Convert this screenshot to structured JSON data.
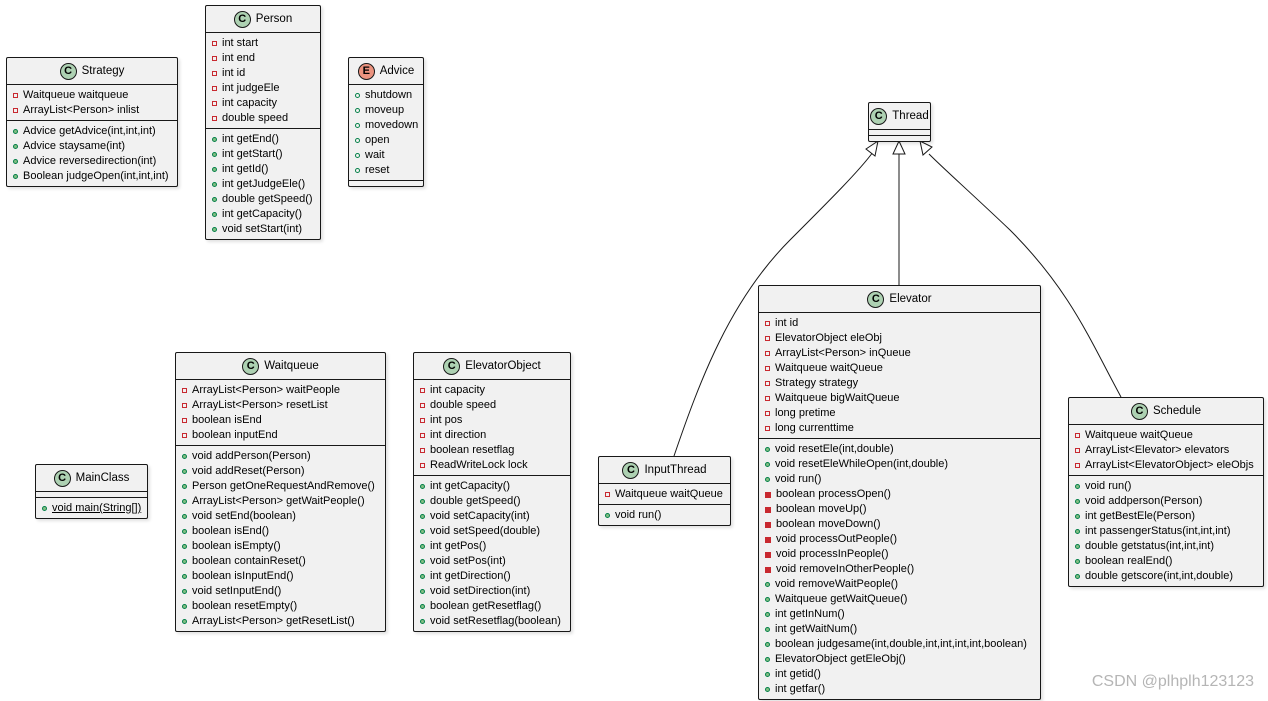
{
  "classes": {
    "strategy": {
      "name": "Strategy",
      "kind": "C",
      "fields": [
        {
          "vis": "private",
          "text": "Waitqueue waitqueue"
        },
        {
          "vis": "private",
          "text": "ArrayList<Person> inlist"
        }
      ],
      "methods": [
        {
          "vis": "public",
          "text": "Advice getAdvice(int,int,int)"
        },
        {
          "vis": "public",
          "text": "Advice staysame(int)"
        },
        {
          "vis": "public",
          "text": "Advice reversedirection(int)"
        },
        {
          "vis": "public",
          "text": "Boolean judgeOpen(int,int,int)"
        }
      ]
    },
    "person": {
      "name": "Person",
      "kind": "C",
      "fields": [
        {
          "vis": "private",
          "text": "int start"
        },
        {
          "vis": "private",
          "text": "int end"
        },
        {
          "vis": "private",
          "text": "int id"
        },
        {
          "vis": "private",
          "text": "int judgeEle"
        },
        {
          "vis": "private",
          "text": "int capacity"
        },
        {
          "vis": "private",
          "text": "double speed"
        }
      ],
      "methods": [
        {
          "vis": "public",
          "text": "int getEnd()"
        },
        {
          "vis": "public",
          "text": "int getStart()"
        },
        {
          "vis": "public",
          "text": "int getId()"
        },
        {
          "vis": "public",
          "text": "int getJudgeEle()"
        },
        {
          "vis": "public",
          "text": "double getSpeed()"
        },
        {
          "vis": "public",
          "text": "int getCapacity()"
        },
        {
          "vis": "public",
          "text": "void setStart(int)"
        }
      ]
    },
    "advice": {
      "name": "Advice",
      "kind": "E",
      "fields": [
        {
          "vis": "enum",
          "text": "shutdown"
        },
        {
          "vis": "enum",
          "text": "moveup"
        },
        {
          "vis": "enum",
          "text": "movedown"
        },
        {
          "vis": "enum",
          "text": "open"
        },
        {
          "vis": "enum",
          "text": "wait"
        },
        {
          "vis": "enum",
          "text": "reset"
        }
      ],
      "methods": []
    },
    "thread": {
      "name": "Thread",
      "kind": "C",
      "fields": [],
      "methods": []
    },
    "mainclass": {
      "name": "MainClass",
      "kind": "C",
      "fields": [],
      "methods": [
        {
          "vis": "public",
          "text": "void main(String[])",
          "static": true
        }
      ]
    },
    "waitqueue": {
      "name": "Waitqueue",
      "kind": "C",
      "fields": [
        {
          "vis": "private",
          "text": "ArrayList<Person> waitPeople"
        },
        {
          "vis": "private",
          "text": "ArrayList<Person> resetList"
        },
        {
          "vis": "private",
          "text": "boolean isEnd"
        },
        {
          "vis": "private",
          "text": "boolean inputEnd"
        }
      ],
      "methods": [
        {
          "vis": "public",
          "text": "void addPerson(Person)"
        },
        {
          "vis": "public",
          "text": "void addReset(Person)"
        },
        {
          "vis": "public",
          "text": "Person getOneRequestAndRemove()"
        },
        {
          "vis": "public",
          "text": "ArrayList<Person> getWaitPeople()"
        },
        {
          "vis": "public",
          "text": "void setEnd(boolean)"
        },
        {
          "vis": "public",
          "text": "boolean isEnd()"
        },
        {
          "vis": "public",
          "text": "boolean isEmpty()"
        },
        {
          "vis": "public",
          "text": "boolean containReset()"
        },
        {
          "vis": "public",
          "text": "boolean isInputEnd()"
        },
        {
          "vis": "public",
          "text": "void setInputEnd()"
        },
        {
          "vis": "public",
          "text": "boolean resetEmpty()"
        },
        {
          "vis": "public",
          "text": "ArrayList<Person> getResetList()"
        }
      ]
    },
    "elevatorobject": {
      "name": "ElevatorObject",
      "kind": "C",
      "fields": [
        {
          "vis": "private",
          "text": "int capacity"
        },
        {
          "vis": "private",
          "text": "double speed"
        },
        {
          "vis": "private",
          "text": "int pos"
        },
        {
          "vis": "private",
          "text": "int direction"
        },
        {
          "vis": "private",
          "text": "boolean resetflag"
        },
        {
          "vis": "private",
          "text": "ReadWriteLock lock"
        }
      ],
      "methods": [
        {
          "vis": "public",
          "text": "int getCapacity()"
        },
        {
          "vis": "public",
          "text": "double getSpeed()"
        },
        {
          "vis": "public",
          "text": "void setCapacity(int)"
        },
        {
          "vis": "public",
          "text": "void setSpeed(double)"
        },
        {
          "vis": "public",
          "text": "int getPos()"
        },
        {
          "vis": "public",
          "text": "void setPos(int)"
        },
        {
          "vis": "public",
          "text": "int getDirection()"
        },
        {
          "vis": "public",
          "text": "void setDirection(int)"
        },
        {
          "vis": "public",
          "text": "boolean getResetflag()"
        },
        {
          "vis": "public",
          "text": "void setResetflag(boolean)"
        }
      ]
    },
    "inputthread": {
      "name": "InputThread",
      "kind": "C",
      "fields": [
        {
          "vis": "private",
          "text": "Waitqueue waitQueue"
        }
      ],
      "methods": [
        {
          "vis": "public",
          "text": "void run()"
        }
      ]
    },
    "elevator": {
      "name": "Elevator",
      "kind": "C",
      "fields": [
        {
          "vis": "private",
          "text": "int id"
        },
        {
          "vis": "private",
          "text": "ElevatorObject eleObj"
        },
        {
          "vis": "private",
          "text": "ArrayList<Person> inQueue"
        },
        {
          "vis": "private",
          "text": "Waitqueue waitQueue"
        },
        {
          "vis": "private",
          "text": "Strategy strategy"
        },
        {
          "vis": "private",
          "text": "Waitqueue bigWaitQueue"
        },
        {
          "vis": "private",
          "text": "long pretime"
        },
        {
          "vis": "private",
          "text": "long currenttime"
        }
      ],
      "methods": [
        {
          "vis": "public",
          "text": "void resetEle(int,double)"
        },
        {
          "vis": "public",
          "text": "void resetEleWhileOpen(int,double)"
        },
        {
          "vis": "public",
          "text": "void run()"
        },
        {
          "vis": "private-m",
          "text": "boolean processOpen()"
        },
        {
          "vis": "private-m",
          "text": "boolean moveUp()"
        },
        {
          "vis": "private-m",
          "text": "boolean moveDown()"
        },
        {
          "vis": "private-m",
          "text": "void processOutPeople()"
        },
        {
          "vis": "private-m",
          "text": "void processInPeople()"
        },
        {
          "vis": "private-m",
          "text": "void removeInOtherPeople()"
        },
        {
          "vis": "public",
          "text": "void removeWaitPeople()"
        },
        {
          "vis": "public",
          "text": "Waitqueue getWaitQueue()"
        },
        {
          "vis": "public",
          "text": "int getInNum()"
        },
        {
          "vis": "public",
          "text": "int getWaitNum()"
        },
        {
          "vis": "public",
          "text": "boolean judgesame(int,double,int,int,int,int,boolean)"
        },
        {
          "vis": "public",
          "text": "ElevatorObject getEleObj()"
        },
        {
          "vis": "public",
          "text": "int getid()"
        },
        {
          "vis": "public",
          "text": "int getfar()"
        }
      ]
    },
    "schedule": {
      "name": "Schedule",
      "kind": "C",
      "fields": [
        {
          "vis": "private",
          "text": "Waitqueue waitQueue"
        },
        {
          "vis": "private",
          "text": "ArrayList<Elevator> elevators"
        },
        {
          "vis": "private",
          "text": "ArrayList<ElevatorObject> eleObjs"
        }
      ],
      "methods": [
        {
          "vis": "public",
          "text": "void run()"
        },
        {
          "vis": "public",
          "text": "void addperson(Person)"
        },
        {
          "vis": "public",
          "text": "int getBestEle(Person)"
        },
        {
          "vis": "public",
          "text": "int passengerStatus(int,int,int)"
        },
        {
          "vis": "public",
          "text": "double getstatus(int,int,int)"
        },
        {
          "vis": "public",
          "text": "boolean realEnd()"
        },
        {
          "vis": "public",
          "text": "double getscore(int,int,double)"
        }
      ]
    }
  },
  "watermark": "CSDN @plhplh123123"
}
